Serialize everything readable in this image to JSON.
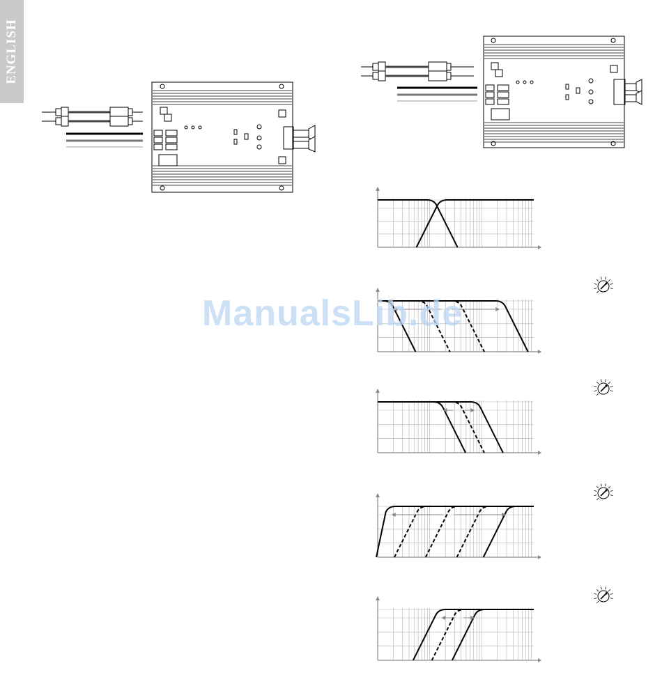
{
  "page": {
    "side_tab_label": "ENGLISH",
    "watermark": "ManualsLib.de"
  },
  "colors": {
    "side_tab": "#c9c9c9",
    "watermark": "#bcd6f2",
    "axis": "#8a8a8a",
    "grid": "#b0b0b0"
  },
  "icons": [
    "rca-cable-icon",
    "amplifier-icon",
    "speaker-icon",
    "knob-icon"
  ],
  "chart_data": [
    {
      "type": "line",
      "name": "crossover-overlap",
      "series": [
        {
          "style": "solid",
          "shape": "lowpass",
          "cutoff": 0.36
        },
        {
          "style": "solid",
          "shape": "highpass",
          "cutoff": 0.4
        }
      ]
    },
    {
      "type": "line",
      "name": "lowpass-adjust-wide",
      "knob": true,
      "series": [
        {
          "style": "solid",
          "shape": "lowpass",
          "cutoff": 0.08
        },
        {
          "style": "dashed",
          "shape": "lowpass",
          "cutoff": 0.3
        },
        {
          "style": "dashed",
          "shape": "lowpass",
          "cutoff": 0.52
        },
        {
          "style": "solid",
          "shape": "lowpass",
          "cutoff": 0.8
        }
      ]
    },
    {
      "type": "line",
      "name": "lowpass-adjust-narrow",
      "knob": true,
      "series": [
        {
          "style": "solid",
          "shape": "lowpass",
          "cutoff": 0.4
        },
        {
          "style": "dashed",
          "shape": "lowpass",
          "cutoff": 0.52
        },
        {
          "style": "solid",
          "shape": "lowpass",
          "cutoff": 0.64
        }
      ]
    },
    {
      "type": "line",
      "name": "highpass-adjust-wide",
      "knob": true,
      "series": [
        {
          "style": "solid",
          "shape": "highpass",
          "cutoff": 0.07
        },
        {
          "style": "dashed",
          "shape": "highpass",
          "cutoff": 0.27
        },
        {
          "style": "dashed",
          "shape": "highpass",
          "cutoff": 0.47
        },
        {
          "style": "dashed",
          "shape": "highpass",
          "cutoff": 0.67
        },
        {
          "style": "solid",
          "shape": "highpass",
          "cutoff": 0.84
        }
      ]
    },
    {
      "type": "line",
      "name": "highpass-adjust-narrow",
      "knob": true,
      "series": [
        {
          "style": "solid",
          "shape": "highpass",
          "cutoff": 0.39
        },
        {
          "style": "dashed",
          "shape": "highpass",
          "cutoff": 0.51
        },
        {
          "style": "solid",
          "shape": "highpass",
          "cutoff": 0.64
        }
      ]
    }
  ]
}
